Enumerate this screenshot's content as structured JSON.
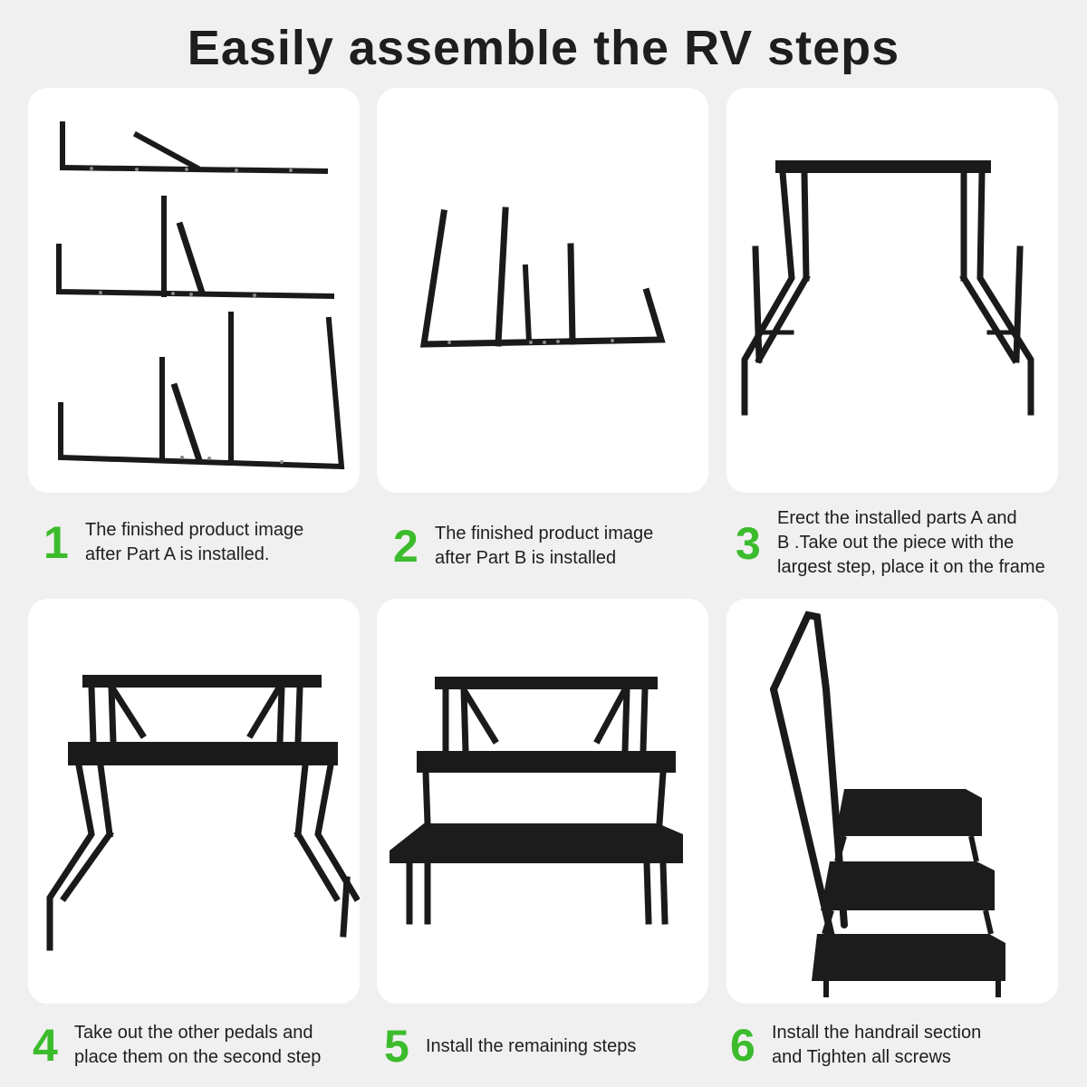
{
  "title": "Easily assemble the RV steps",
  "colors": {
    "accent": "#3cbc2c",
    "text": "#1e1e1e",
    "card": "#ffffff",
    "background": "#f0f0f0",
    "metal": "#1a1a1a"
  },
  "steps": [
    {
      "number": "1",
      "lines": [
        "The finished product image",
        "after Part A is installed."
      ],
      "image": "part-a-frame-image"
    },
    {
      "number": "2",
      "lines": [
        "The finished product image",
        "after Part B is installed"
      ],
      "image": "part-b-frame-image"
    },
    {
      "number": "3",
      "lines": [
        "Erect the installed parts A and",
        "B .Take out the piece with the",
        "largest step, place it on the frame"
      ],
      "image": "erected-frame-image"
    },
    {
      "number": "4",
      "lines": [
        "Take out the other pedals and",
        "place them on the second step"
      ],
      "image": "two-step-image"
    },
    {
      "number": "5",
      "lines": [
        "Install the remaining steps"
      ],
      "image": "three-step-image"
    },
    {
      "number": "6",
      "lines": [
        "Install the handrail section",
        "and Tighten all screws"
      ],
      "image": "handrail-steps-image"
    }
  ]
}
